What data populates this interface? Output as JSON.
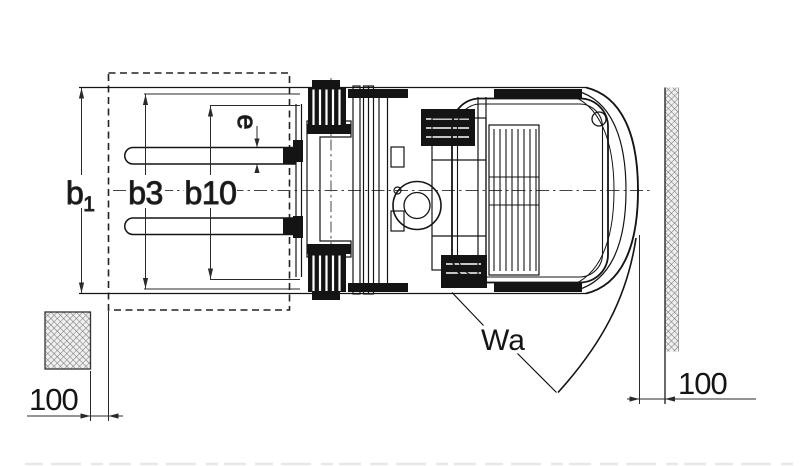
{
  "drawing": {
    "type": "forklift-top-view-dimension-diagram",
    "labels": {
      "b1": {
        "base": "b",
        "sub": "1"
      },
      "b3": "b3",
      "b10": "b10",
      "e": "e",
      "wa": "Wa",
      "clearance_left": "100",
      "clearance_right": "100"
    },
    "colors": {
      "line": "#141414",
      "dimension": "#2a2a2a",
      "centerline": "#444444",
      "hatch": "#6b6b6b",
      "background": "#ffffff"
    }
  }
}
